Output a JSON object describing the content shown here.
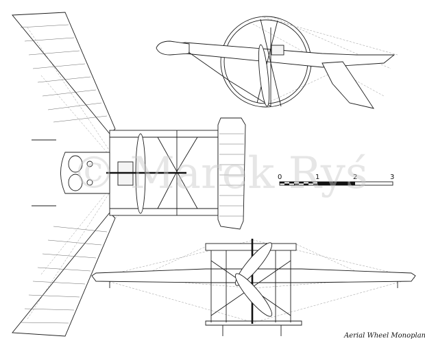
{
  "title": "Aerial Wheel Monoplane",
  "watermark": "© Marek Ryś",
  "scale_bar": {
    "labels": [
      "0",
      "1",
      "2",
      "3"
    ]
  },
  "colors": {
    "line": "#1a1a1a",
    "background": "#ffffff",
    "watermark": "#c8c8c8"
  }
}
